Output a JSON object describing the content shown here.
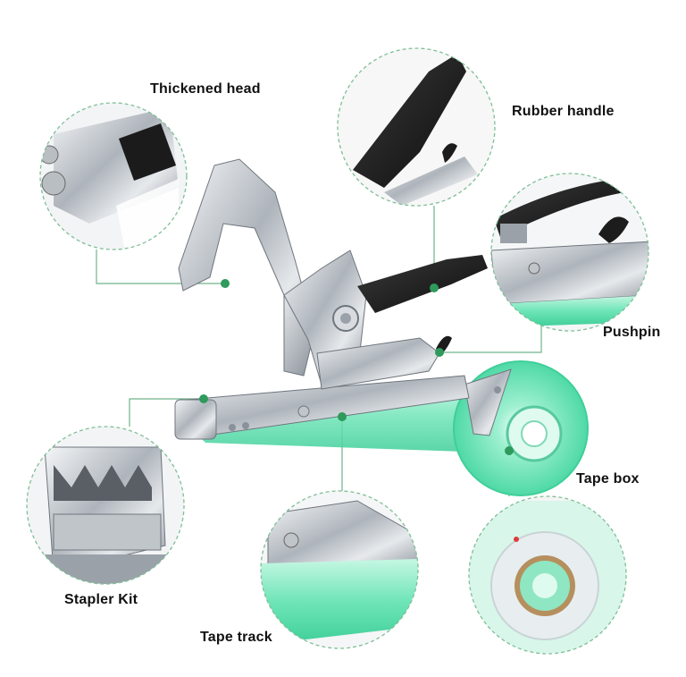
{
  "labels": {
    "thickened_head": "Thickened head",
    "rubber_handle": "Rubber handle",
    "pushpin": "Pushpin",
    "tape_box": "Tape box",
    "stapler_kit": "Stapler Kit",
    "tape_track": "Tape track"
  },
  "colors": {
    "callout_border": "#7fbf97",
    "leader_line": "#6fb58a",
    "marker_dot": "#2e9a5c",
    "tape_green": "#5fe0b0",
    "metal": "#c9cdd2",
    "rubber": "#1c1c1c"
  },
  "icons": [
    "tape-tool-illustration",
    "marker-dot"
  ]
}
